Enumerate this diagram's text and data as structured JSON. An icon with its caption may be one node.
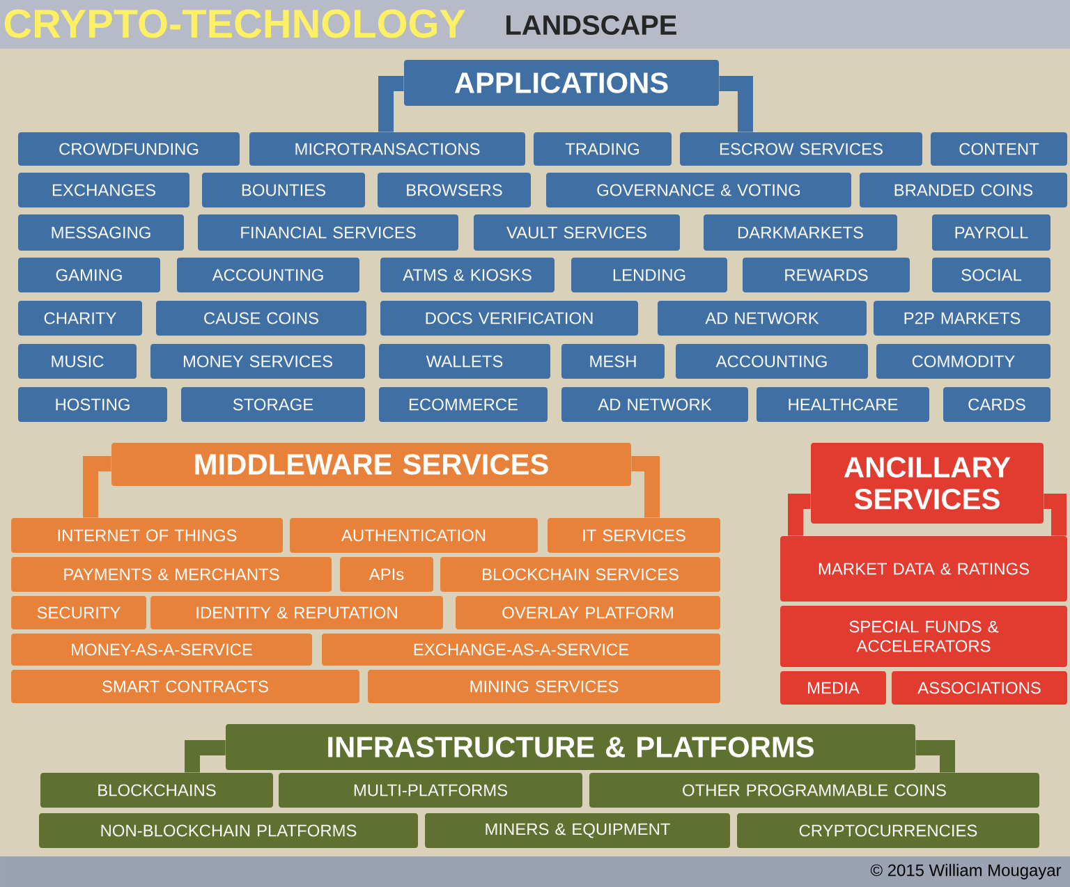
{
  "diagram": {
    "title": "CRYPTO-TECHNOLOGY",
    "nodes": [
      {
        "text": [
          "APPLICATIONS"
        ]
      },
      {
        "text": [
          "CROWDFUNDING"
        ]
      },
      {
        "text": [
          "MICROTRANSACTIONS"
        ]
      },
      {
        "text": [
          "TRADING"
        ]
      },
      {
        "text": [
          "ESCROW SERVICES"
        ]
      },
      {
        "text": [
          "CONTENT"
        ]
      },
      {
        "text": [
          "EXCHANGES"
        ]
      },
      {
        "text": [
          "BOUNTIES"
        ]
      },
      {
        "text": [
          "BROWSERS"
        ]
      },
      {
        "text": [
          "GOVERNANCE & VOTING"
        ]
      },
      {
        "text": [
          "BRANDED COINS"
        ]
      },
      {
        "text": [
          "MESSAGING"
        ]
      },
      {
        "text": [
          "FINANCIAL SERVICES"
        ]
      },
      {
        "text": [
          "VAULT SERVICES"
        ]
      },
      {
        "text": [
          "DARKMARKETS"
        ]
      },
      {
        "text": [
          "PAYROLL"
        ]
      },
      {
        "text": [
          "GAMING"
        ]
      },
      {
        "text": [
          "ACCOUNTING"
        ]
      },
      {
        "text": [
          "ATMS & KIOSKS"
        ]
      },
      {
        "text": [
          "LENDING"
        ]
      },
      {
        "text": [
          "REWARDS"
        ]
      },
      {
        "text": [
          "SOCIAL"
        ]
      },
      {
        "text": [
          "CHARITY"
        ]
      },
      {
        "text": [
          "CAUSE COINS"
        ]
      },
      {
        "text": [
          "DOCS VERIFICATION"
        ]
      },
      {
        "text": [
          "AD NETWORK"
        ]
      },
      {
        "text": [
          "P2P MARKETS"
        ]
      },
      {
        "text": [
          "MUSIC"
        ]
      },
      {
        "text": [
          "MONEY SERVICES"
        ]
      },
      {
        "text": [
          "WALLETS"
        ]
      },
      {
        "text": [
          "MESH"
        ]
      },
      {
        "text": [
          "ACCOUNTING"
        ]
      },
      {
        "text": [
          "COMMODITY"
        ]
      },
      {
        "text": [
          "HOSTING"
        ]
      },
      {
        "text": [
          "STORAGE"
        ]
      },
      {
        "text": [
          "ECOMMERCE"
        ]
      },
      {
        "text": [
          "AD NETWORK"
        ]
      },
      {
        "text": [
          "HEALTHCARE"
        ]
      },
      {
        "text": [
          "CARDS"
        ]
      },
      {
        "text": [
          "MIDDLEWARE SERVICES"
        ]
      },
      {
        "text": [
          "INTERNET OF THINGS"
        ]
      },
      {
        "text": [
          "AUTHENTICATION"
        ]
      },
      {
        "text": [
          "IT SERVICES"
        ]
      },
      {
        "text": [
          "PAYMENTS & MERCHANTS"
        ]
      },
      {
        "text": [
          "APIs"
        ]
      },
      {
        "text": [
          "BLOCKCHAIN SERVICES"
        ]
      },
      {
        "text": [
          "SECURITY"
        ]
      },
      {
        "text": [
          "IDENTITY & REPUTATION"
        ]
      },
      {
        "text": [
          "OVERLAY PLATFORM"
        ]
      },
      {
        "text": [
          "MONEY-AS-A-SERVICE"
        ]
      },
      {
        "text": [
          "EXCHANGE-AS-A-SERVICE"
        ]
      },
      {
        "text": [
          "SMART CONTRACTS"
        ]
      },
      {
        "text": [
          "MINING SERVICES"
        ]
      },
      {
        "text": [
          "ANCILLARY SERVICES"
        ]
      },
      {
        "text": [
          "MARKET DATA & RATINGS"
        ]
      },
      {
        "text": [
          "SPECIAL FUNDS & ACCELERATORS"
        ]
      },
      {
        "text": [
          "MEDIA"
        ]
      },
      {
        "text": [
          "ASSOCIATIONS"
        ]
      },
      {
        "text": [
          "INFRASTRUCTURE & PLATFORMS"
        ]
      },
      {
        "text": [
          "BLOCKCHAINS"
        ]
      },
      {
        "text": [
          "MULTI-PLATFORMS"
        ]
      },
      {
        "text": [
          "OTHER PROGRAMMABLE COINS"
        ]
      },
      {
        "text": [
          "NON-BLOCKCHAIN PLATFORMS"
        ]
      },
      {
        "text": [
          "MINERS & EQUIPMENT"
        ]
      },
      {
        "text": [
          "CRYPTOCURRENCIES"
        ]
      }
    ],
    "edges": [
      {
        "from": 0,
        "to": 2,
        "arrow": "none",
        "color": "#3f6fa3"
      },
      {
        "from": 0,
        "to": 4,
        "arrow": "none",
        "color": "#3f6fa3"
      },
      {
        "from": 39,
        "to": 40,
        "arrow": "none",
        "color": "#e8823a"
      },
      {
        "from": 39,
        "to": 42,
        "arrow": "none",
        "color": "#e8823a"
      },
      {
        "from": 53,
        "to": 54,
        "arrow": "none",
        "color": "#e23b30"
      },
      {
        "from": 53,
        "to": 54,
        "arrow": "none",
        "color": "#e23b30"
      },
      {
        "from": 58,
        "to": 59,
        "arrow": "none",
        "color": "#5e7131"
      },
      {
        "from": 58,
        "to": 61,
        "arrow": "none",
        "color": "#5e7131"
      }
    ],
    "labels": [
      "LANDSCAPE",
      "© 2015 William Mougayar"
    ]
  }
}
